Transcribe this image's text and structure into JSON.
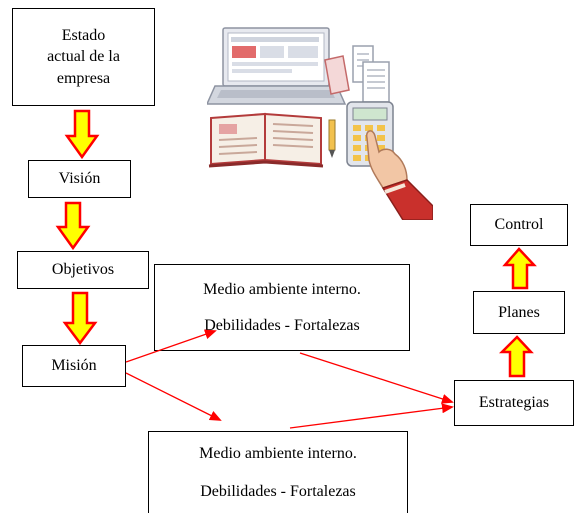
{
  "boxes": {
    "estado": [
      "Estado",
      "actual de la",
      "empresa"
    ],
    "vision": "Visión",
    "objetivos": "Objetivos",
    "mision": "Misión",
    "medio_top": {
      "line1": "Medio ambiente interno.",
      "line2": "Debilidades - Fortalezas"
    },
    "medio_bottom": {
      "line1": "Medio ambiente interno.",
      "line2": "Debilidades - Fortalezas"
    },
    "estrategias": "Estrategias",
    "planes": "Planes",
    "control": "Control"
  },
  "colors": {
    "block_arrow_fill": "#ffff00",
    "block_arrow_stroke": "#ff0000",
    "line_arrow": "#ff0000"
  },
  "illustration": {
    "icons": [
      "laptop-icon",
      "open-book-icon",
      "pen-icon",
      "calculator-icon",
      "hand-icon",
      "receipt-icon"
    ]
  }
}
